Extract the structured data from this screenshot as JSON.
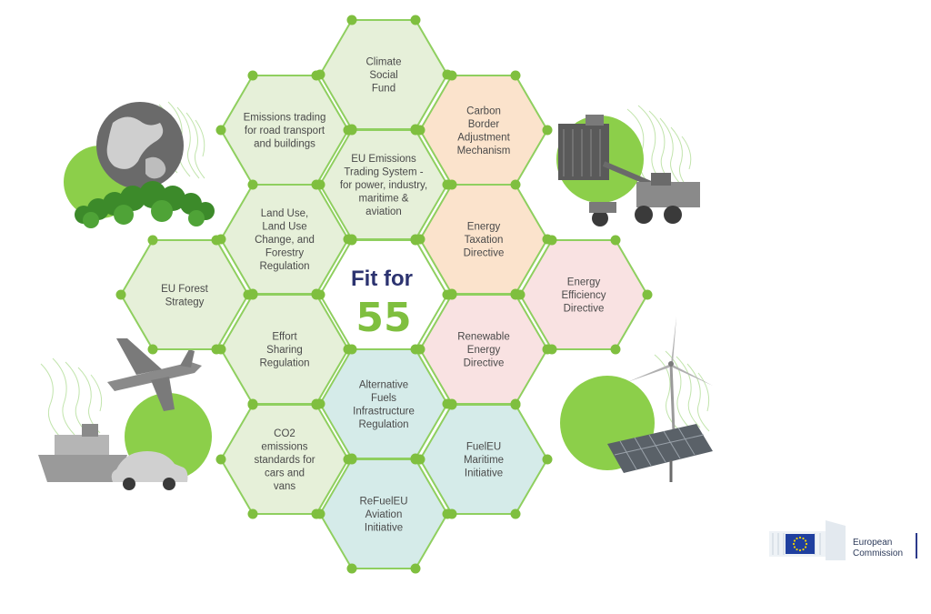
{
  "center": {
    "title": "Fit for",
    "number": "55"
  },
  "cells": [
    {
      "id": "climate-social-fund",
      "lines": [
        "Climate",
        "Social",
        "Fund"
      ],
      "color": "green"
    },
    {
      "id": "emissions-trading-road-buildings",
      "lines": [
        "Emissions trading",
        "for road transport",
        "and buildings"
      ],
      "color": "green"
    },
    {
      "id": "carbon-border-adjustment",
      "lines": [
        "Carbon",
        "Border",
        "Adjustment",
        "Mechanism"
      ],
      "color": "orange"
    },
    {
      "id": "eu-ets",
      "lines": [
        "EU Emissions",
        "Trading System -",
        "for power, industry,",
        "maritime &",
        "aviation"
      ],
      "color": "green"
    },
    {
      "id": "lulucf",
      "lines": [
        "Land Use,",
        "Land Use",
        "Change, and",
        "Forestry",
        "Regulation"
      ],
      "color": "green"
    },
    {
      "id": "energy-taxation",
      "lines": [
        "Energy",
        "Taxation",
        "Directive"
      ],
      "color": "orange"
    },
    {
      "id": "eu-forest-strategy",
      "lines": [
        "EU Forest",
        "Strategy"
      ],
      "color": "green"
    },
    {
      "id": "energy-efficiency",
      "lines": [
        "Energy",
        "Efficiency",
        "Directive"
      ],
      "color": "pink"
    },
    {
      "id": "effort-sharing",
      "lines": [
        "Effort",
        "Sharing",
        "Regulation"
      ],
      "color": "green"
    },
    {
      "id": "renewable-energy",
      "lines": [
        "Renewable",
        "Energy",
        "Directive"
      ],
      "color": "pink"
    },
    {
      "id": "alternative-fuels",
      "lines": [
        "Alternative",
        "Fuels",
        "Infrastructure",
        "Regulation"
      ],
      "color": "blue"
    },
    {
      "id": "co2-standards",
      "lines": [
        "CO2",
        "emissions",
        "standards for",
        "cars and",
        "vans"
      ],
      "color": "green"
    },
    {
      "id": "fueleu-maritime",
      "lines": [
        "FuelEU",
        "Maritime",
        "Initiative"
      ],
      "color": "blue"
    },
    {
      "id": "refueleu-aviation",
      "lines": [
        "ReFuelEU",
        "Aviation",
        "Initiative"
      ],
      "color": "blue"
    }
  ],
  "colors": {
    "green": "#e6f0d9",
    "orange": "#fbe3cc",
    "pink": "#f9e2e2",
    "blue": "#d5ebe9",
    "border": "#8fcf5f",
    "accent": "#7fbf3f",
    "navy": "#2c3370",
    "eu_blue": "#1f3f9f",
    "eu_yellow": "#f5d400"
  },
  "illustrations": [
    {
      "name": "earth-forest-illustration"
    },
    {
      "name": "port-crane-illustration"
    },
    {
      "name": "transport-illustration"
    },
    {
      "name": "renewables-illustration"
    }
  ],
  "logo": {
    "line1": "European",
    "line2": "Commission"
  }
}
